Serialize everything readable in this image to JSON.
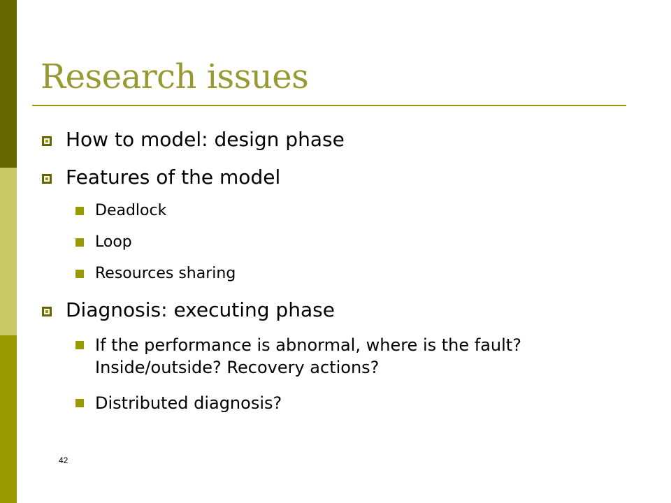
{
  "slide": {
    "title": "Research issues",
    "bullets": [
      {
        "text": "How to model: design phase"
      },
      {
        "text": "Features of the model"
      },
      {
        "text": "Deadlock"
      },
      {
        "text": "Loop"
      },
      {
        "text": "Resources sharing"
      },
      {
        "text": "Diagnosis: executing phase"
      },
      {
        "text": "If the performance is abnormal, where is the fault? Inside/outside? Recovery actions?"
      },
      {
        "text": "Distributed diagnosis?"
      }
    ],
    "page_number": "42"
  },
  "colors": {
    "title": "#999933",
    "accent": "#999900",
    "dark_olive": "#666600",
    "light_olive": "#c8c864"
  },
  "icons": {
    "level1_bullet": "hollow-square-bullet-icon",
    "level2_bullet": "solid-square-bullet-icon"
  }
}
